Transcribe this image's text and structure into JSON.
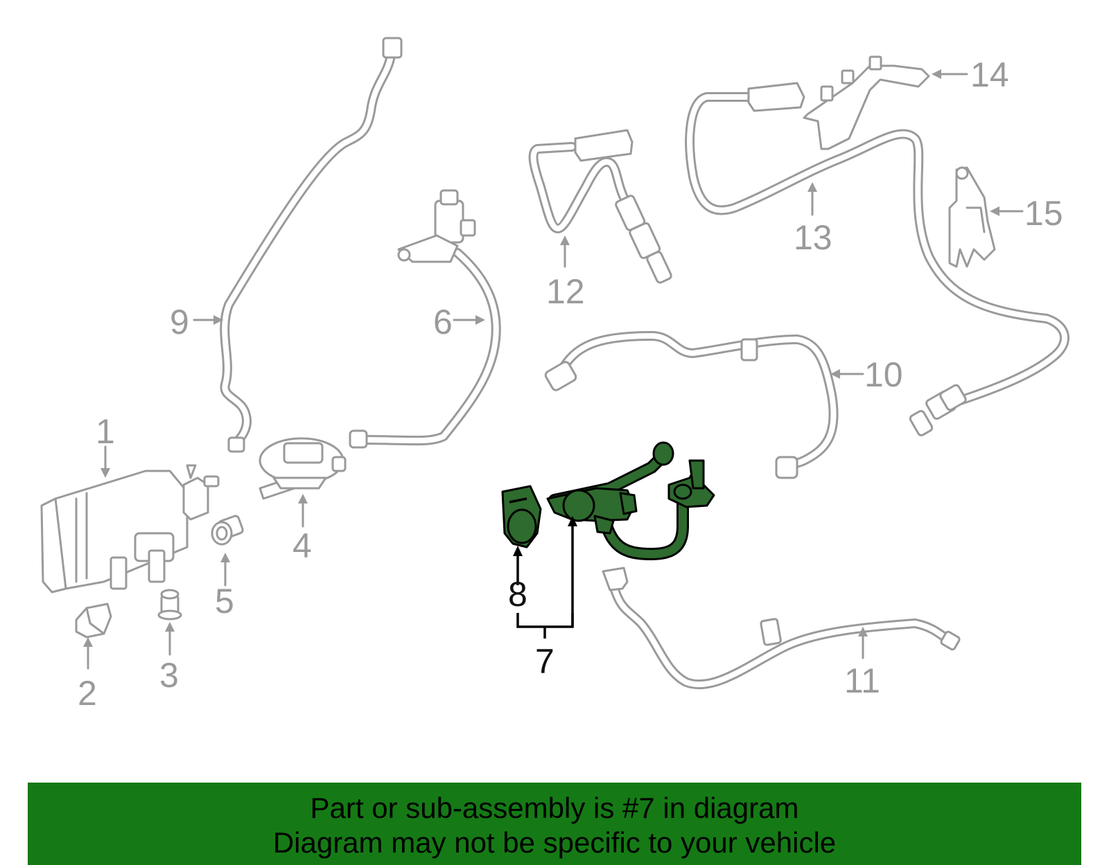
{
  "banner": {
    "line1": "Part or sub-assembly is #7 in diagram",
    "line2": "Diagram may not be specific to your vehicle",
    "color": "#157a15"
  },
  "callouts": {
    "c1": "1",
    "c2": "2",
    "c3": "3",
    "c4": "4",
    "c5": "5",
    "c6": "6",
    "c7": "7",
    "c8": "8",
    "c9": "9",
    "c10": "10",
    "c11": "11",
    "c12": "12",
    "c13": "13",
    "c14": "14",
    "c15": "15"
  },
  "highlight": {
    "part": "7",
    "color": "#2e6b2e"
  }
}
